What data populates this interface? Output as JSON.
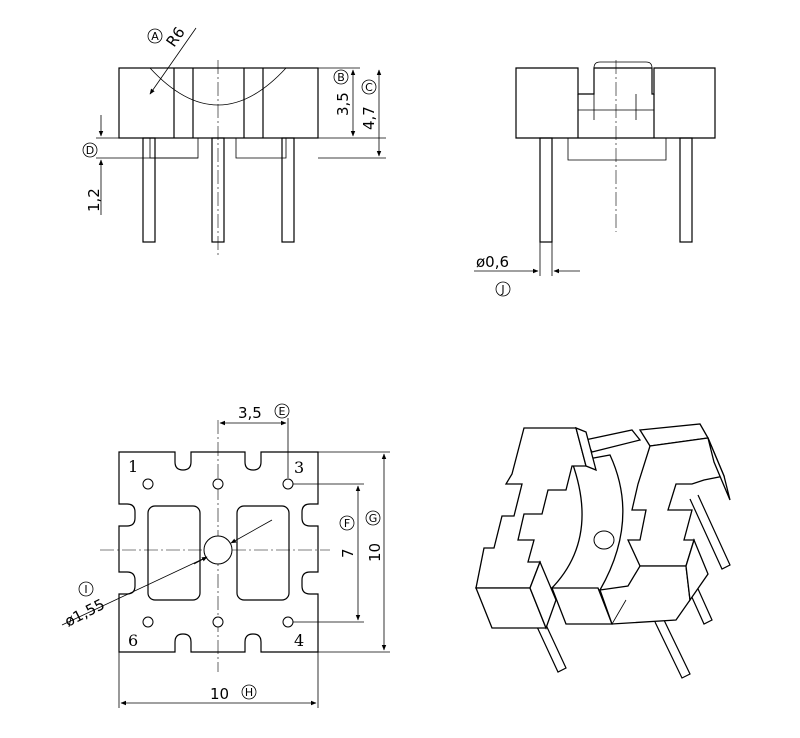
{
  "dimensions": {
    "radius": "R6",
    "height_body": "3,5",
    "height_total": "4,7",
    "standoff": "1,2",
    "pin_diameter": "ø0,6",
    "pin_pitch": "3,5",
    "pin_span": "7",
    "width": "10",
    "height": "10",
    "hole_diameter": "ø1,55"
  },
  "callouts": {
    "A": "A",
    "B": "B",
    "C": "C",
    "D": "D",
    "E": "E",
    "F": "F",
    "G": "G",
    "H": "H",
    "I": "I",
    "J": "J"
  },
  "pin_labels": {
    "p1": "1",
    "p3": "3",
    "p4": "4",
    "p6": "6"
  }
}
